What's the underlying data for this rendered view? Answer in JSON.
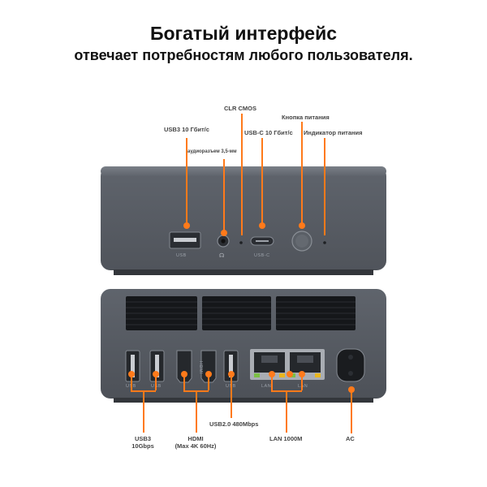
{
  "header": {
    "title": "Богатый интерфейс",
    "subtitle": "отвечает потребностям любого пользователя."
  },
  "front_panel": {
    "labels": {
      "usb3": "USB3 10 Гбит/с",
      "audio": "аудиоразъем 3,5-мм",
      "clr_cmos": "CLR CMOS",
      "usbc": "USB-C 10 Гбит/с",
      "power_button": "Кнопка питания",
      "power_led": "Индикатор питания"
    },
    "port_text": {
      "usb": "USB",
      "usbc": "USB-C"
    }
  },
  "rear_panel": {
    "labels": {
      "usb3_line1": "USB3",
      "usb3_line2": "10Gbps",
      "hdmi_line1": "HDMI",
      "hdmi_line2": "(Max 4K 60Hz)",
      "usb2": "USB2.0 480Mbps",
      "lan": "LAN 1000M",
      "ac": "AC"
    },
    "port_text": {
      "usb_a": "USB",
      "usb_b": "USB",
      "usb_c": "USB",
      "lan_a": "LAN",
      "lan_b": "LAN",
      "hdmi": "HDMI"
    }
  },
  "colors": {
    "accent": "#ff7a1a",
    "device": "#5b6069",
    "device_dark": "#40444b"
  }
}
